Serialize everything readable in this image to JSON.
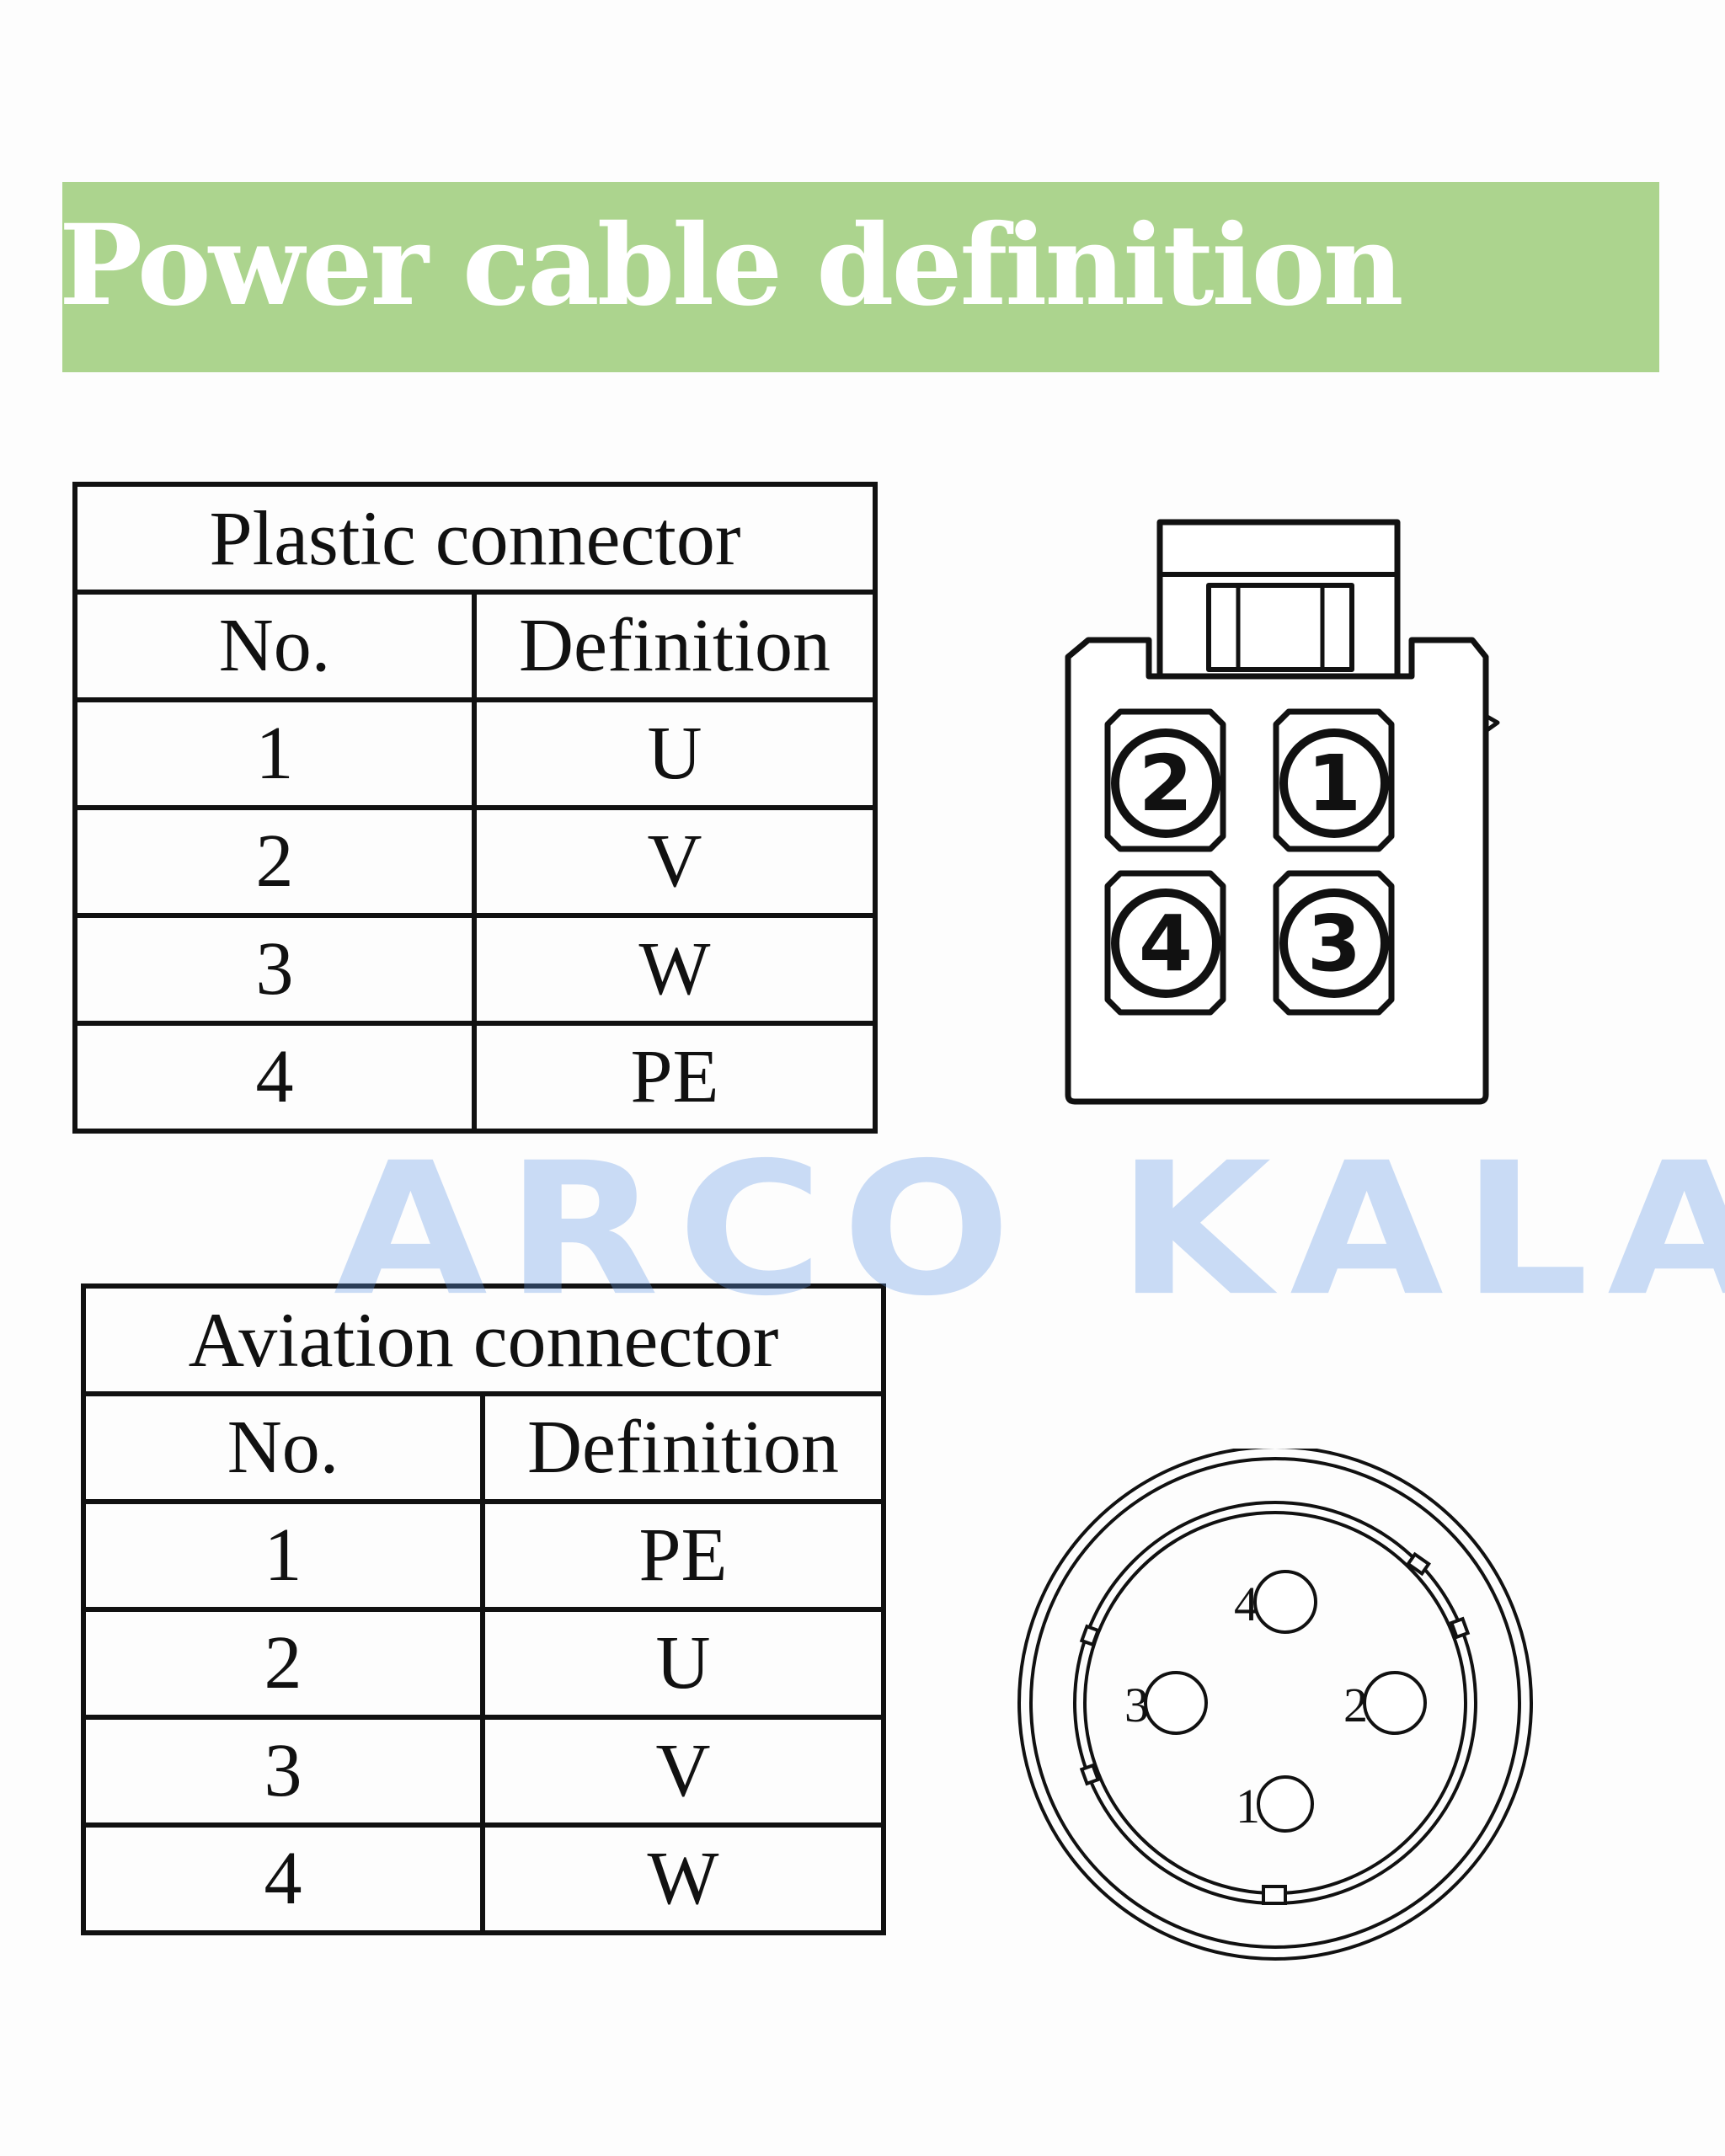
{
  "header": {
    "title": "Power cable definition",
    "banner_color": "#acd48e"
  },
  "plastic_connector": {
    "caption": "Plastic connector",
    "columns": [
      "No.",
      "Definition"
    ],
    "rows": [
      {
        "no": "1",
        "definition": "U"
      },
      {
        "no": "2",
        "definition": "V"
      },
      {
        "no": "3",
        "definition": "W"
      },
      {
        "no": "4",
        "definition": "PE"
      }
    ],
    "diagram": {
      "pin_labels": [
        "2",
        "1",
        "4",
        "3"
      ]
    }
  },
  "aviation_connector": {
    "caption": "Aviation connector",
    "columns": [
      "No.",
      "Definition"
    ],
    "rows": [
      {
        "no": "1",
        "definition": "PE"
      },
      {
        "no": "2",
        "definition": "U"
      },
      {
        "no": "3",
        "definition": "V"
      },
      {
        "no": "4",
        "definition": "W"
      }
    ],
    "diagram": {
      "pin_labels": [
        "4",
        "3",
        "2",
        "1"
      ]
    }
  },
  "watermark": {
    "text": "ARCO KALA",
    "color": "#6098e8"
  }
}
